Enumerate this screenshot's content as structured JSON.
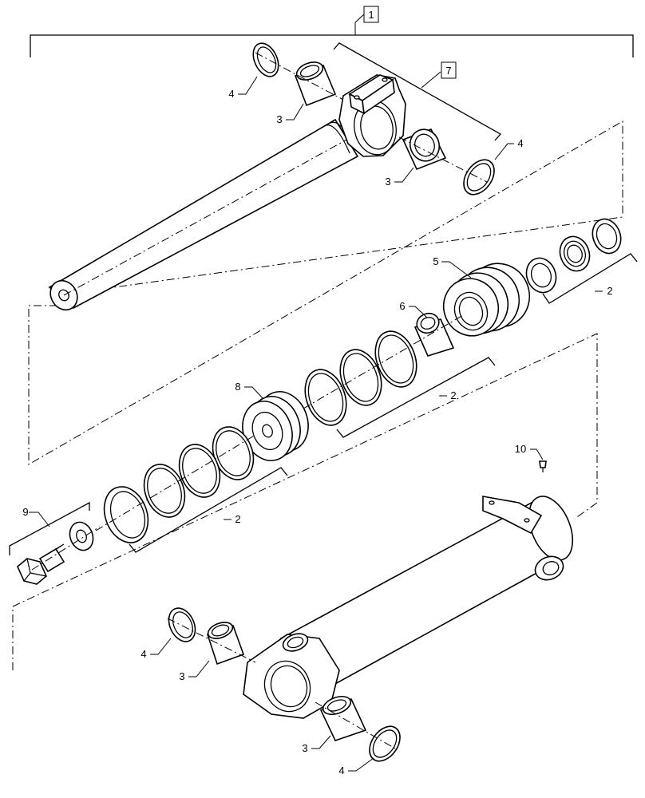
{
  "callouts": {
    "c1": "1",
    "c2a": "2",
    "c2b": "2",
    "c2c": "2",
    "c3a": "3",
    "c3b": "3",
    "c3c": "3",
    "c3d": "3",
    "c4a": "4",
    "c4b": "4",
    "c4c": "4",
    "c4d": "4",
    "c5": "5",
    "c6": "6",
    "c7": "7",
    "c8": "8",
    "c9": "9",
    "c10": "10"
  }
}
